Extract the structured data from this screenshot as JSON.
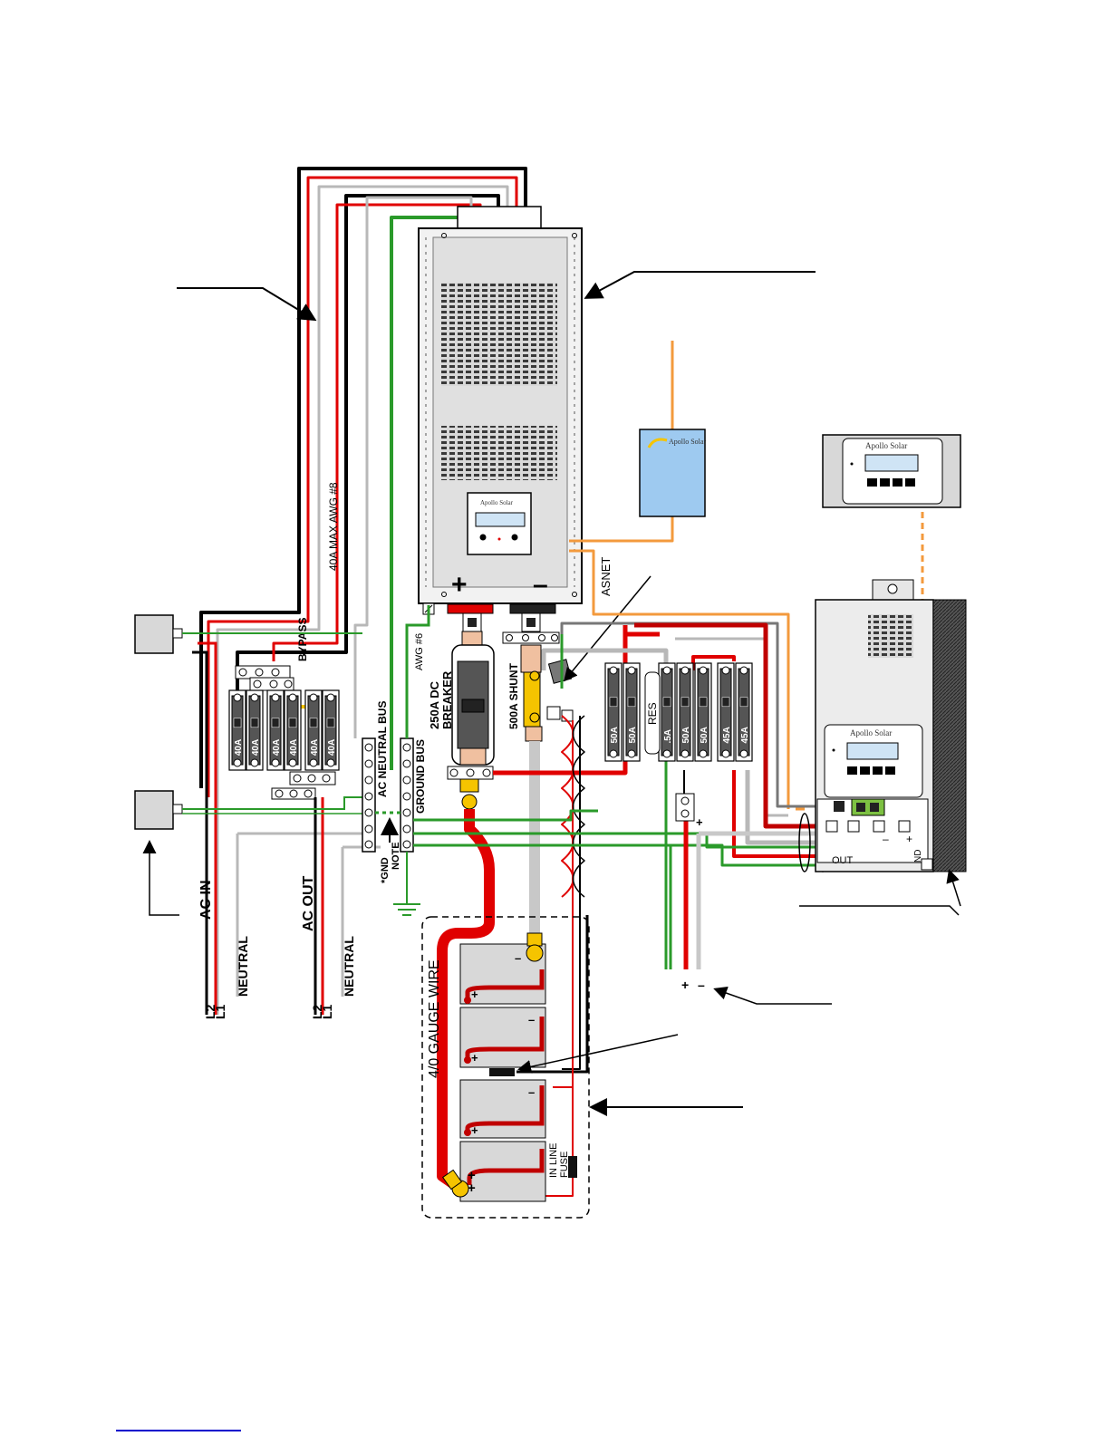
{
  "brand": {
    "name": "Apollo Solar",
    "color": "#f5c400"
  },
  "labels": {
    "awg_max": "40A MAX AWG #8",
    "bypass": "BYPASS",
    "ac_neutral_bus": "AC NEUTRAL BUS",
    "ground_bus": "GROUND BUS",
    "awg6": "AWG #6",
    "dc_breaker_line1": "250A DC",
    "dc_breaker_line2": "BREAKER",
    "shunt": "500A SHUNT",
    "asnet": "ASNET",
    "res": "RES",
    "gnd_note_line1": "*GND",
    "gnd_note_line2": "NOTE",
    "ac_in": "AC IN",
    "ac_out": "AC OUT",
    "neutral": "NEUTRAL",
    "l1": "L1",
    "l2": "L2",
    "gauge_wire": "4/0 GAUGE WIRE",
    "inline_fuse_line1": "IN LINE",
    "inline_fuse_line2": "FUSE",
    "out": "OUT",
    "nd": "ND",
    "plus": "+",
    "minus": "–"
  },
  "breakers": {
    "ac": [
      "40A",
      "40A",
      "40A",
      "40A",
      "40A",
      "40A"
    ],
    "dc_left": [
      "50A",
      "50A"
    ],
    "dc_mid": [
      ".5A",
      "50A",
      "50A"
    ],
    "dc_right": [
      "45A",
      "45A"
    ]
  },
  "colors": {
    "red": "#e00000",
    "dark_red": "#c00000",
    "green": "#2a9a2a",
    "gray_wire": "#b8b8b8",
    "orange": "#f39a3d",
    "copper": "#e8a070",
    "blue_box": "#9ecaf0",
    "battery": "#d8d8d8"
  }
}
